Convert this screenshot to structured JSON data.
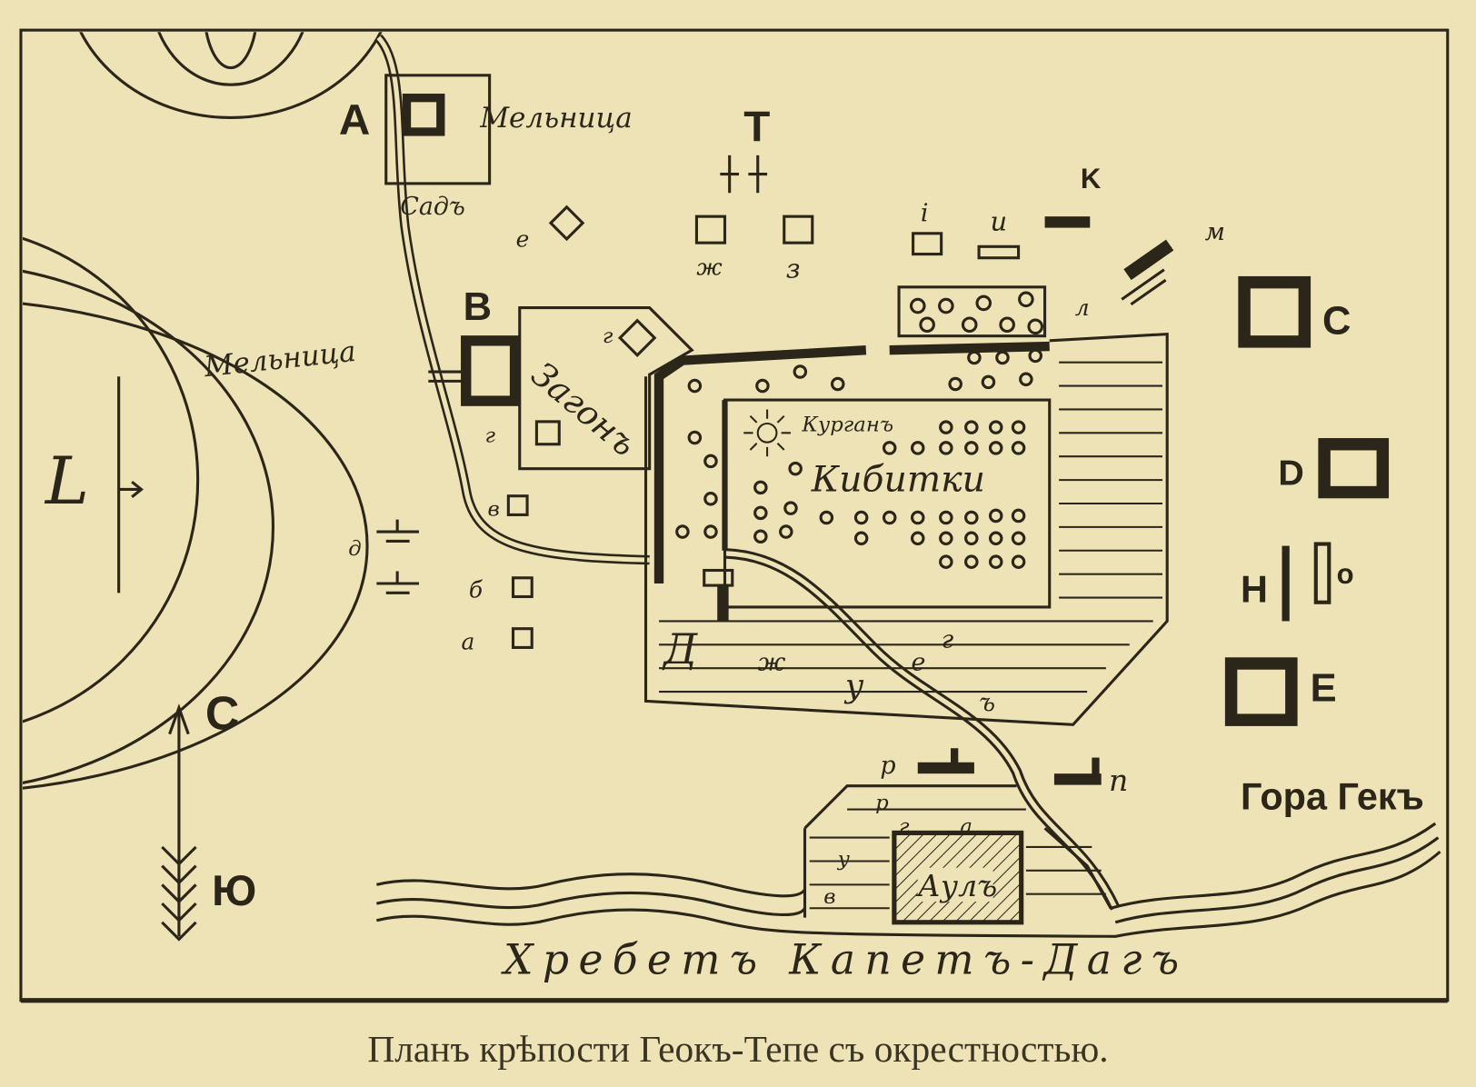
{
  "caption": "Планъ крѣпости Геокъ-Тепе съ окрестностью.",
  "labels": {
    "mill_1": "Мельница",
    "mill_2": "Мельница",
    "garden": "Садъ",
    "pen": "Загонъ",
    "mound": "Курганъ",
    "tents": "Кибитки",
    "aul": "Аулъ",
    "ridge": "Хребетъ Капетъ-Дагъ",
    "mount": "Гора Гекъ",
    "A": "A",
    "B": "B",
    "C": "C",
    "D": "D",
    "E": "E",
    "T": "T",
    "K": "K",
    "L": "L",
    "north": "С",
    "south": "Ю",
    "H": "Н",
    "O": "о",
    "e": "е",
    "zh": "ж",
    "z": "з",
    "i": "i",
    "i2": "и",
    "m": "м",
    "l": "л",
    "g1": "г",
    "g2": "г",
    "v": "в",
    "b": "б",
    "a": "а",
    "d": "д",
    "r": "р",
    "p": "п",
    "D_big": "Д",
    "wall_letters": [
      "ж",
      "у",
      "е",
      "г",
      "ъ"
    ],
    "aul_letters": [
      "г",
      "а",
      "р",
      "у",
      "в"
    ]
  },
  "colors": {
    "paper": "#eee3b6",
    "ink": "#2b2619"
  }
}
